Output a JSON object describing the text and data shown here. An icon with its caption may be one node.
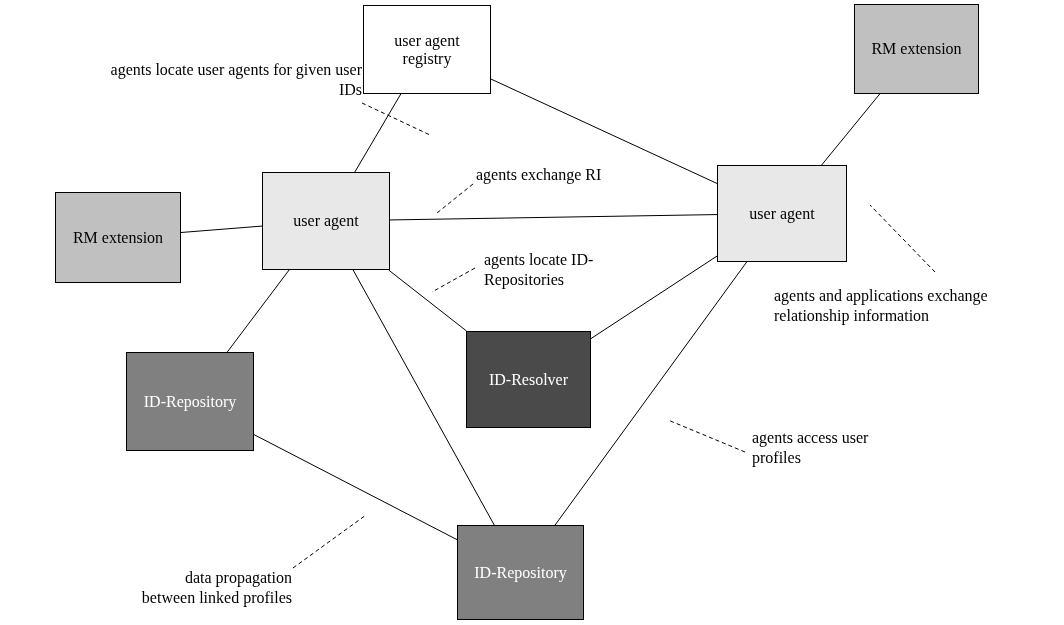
{
  "diagram": {
    "nodes": [
      {
        "text": [
          "user agent registry"
        ]
      },
      {
        "text": [
          "RM extension"
        ]
      },
      {
        "text": [
          "agents locate user agents for given user IDs"
        ]
      },
      {
        "text": [
          "RM extension"
        ]
      },
      {
        "text": [
          "user agent"
        ]
      },
      {
        "text": [
          "agents exchange RI"
        ]
      },
      {
        "text": [
          "user agent"
        ]
      },
      {
        "text": [
          "agents locate ID-Repositories"
        ]
      },
      {
        "text": [
          "agents and applications exchange relationship information"
        ]
      },
      {
        "text": [
          "ID-Resolver"
        ]
      },
      {
        "text": [
          "ID-Repository"
        ]
      },
      {
        "text": [
          "agents access user profiles"
        ]
      },
      {
        "text": [
          "data propagation between linked profiles"
        ]
      },
      {
        "text": [
          "ID-Repository"
        ]
      }
    ],
    "edges": [
      {
        "from": 0,
        "to": 4,
        "arrow": "none"
      },
      {
        "from": 0,
        "to": 6,
        "arrow": "none"
      },
      {
        "from": 1,
        "to": 6,
        "arrow": "none"
      },
      {
        "from": 3,
        "to": 4,
        "arrow": "none"
      },
      {
        "from": 4,
        "to": 6,
        "arrow": "none"
      },
      {
        "from": 4,
        "to": 9,
        "arrow": "none"
      },
      {
        "from": 6,
        "to": 9,
        "arrow": "none"
      },
      {
        "from": 4,
        "to": 10,
        "arrow": "none"
      },
      {
        "from": 4,
        "to": 13,
        "arrow": "none"
      },
      {
        "from": 6,
        "to": 13,
        "arrow": "none"
      },
      {
        "from": 10,
        "to": 13,
        "arrow": "none"
      },
      {
        "from": 2,
        "to": null,
        "arrow": "none",
        "style": "dashed"
      },
      {
        "from": 5,
        "to": null,
        "arrow": "none",
        "style": "dashed"
      },
      {
        "from": 7,
        "to": null,
        "arrow": "none",
        "style": "dashed"
      },
      {
        "from": 8,
        "to": null,
        "arrow": "none",
        "style": "dashed"
      },
      {
        "from": 11,
        "to": null,
        "arrow": "none",
        "style": "dashed"
      },
      {
        "from": 12,
        "to": null,
        "arrow": "none",
        "style": "dashed"
      }
    ]
  }
}
